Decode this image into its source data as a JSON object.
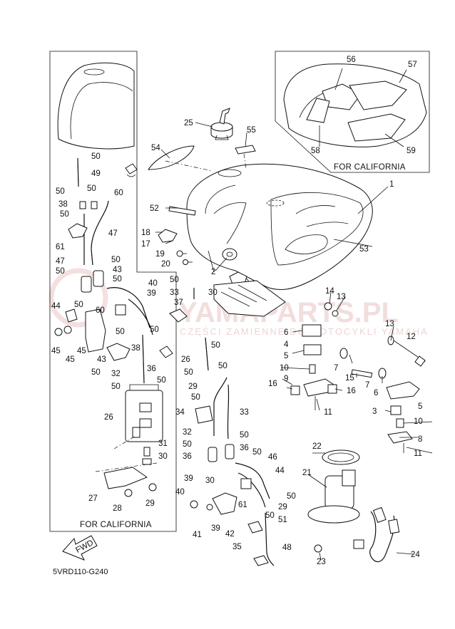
{
  "diagram": {
    "code": "5VRD110-G240",
    "california_label": "FOR CALIFORNIA",
    "fwd_label": "FWD",
    "watermark": "YAMAPARTS.PL",
    "watermark_sub": "CZĘŚCI ZAMIENNE DO MOTOCYKLI YAMAHA"
  },
  "callouts": [
    {
      "id": "c1",
      "text": "1"
    },
    {
      "id": "c2",
      "text": "2"
    },
    {
      "id": "c3",
      "text": "3"
    },
    {
      "id": "c4",
      "text": "4"
    },
    {
      "id": "c5a",
      "text": "5"
    },
    {
      "id": "c5b",
      "text": "5"
    },
    {
      "id": "c6a",
      "text": "6"
    },
    {
      "id": "c6b",
      "text": "6"
    },
    {
      "id": "c7a",
      "text": "7"
    },
    {
      "id": "c7b",
      "text": "7"
    },
    {
      "id": "c8",
      "text": "8"
    },
    {
      "id": "c9",
      "text": "9"
    },
    {
      "id": "c10a",
      "text": "10"
    },
    {
      "id": "c10b",
      "text": "10"
    },
    {
      "id": "c11a",
      "text": "11"
    },
    {
      "id": "c11b",
      "text": "11"
    },
    {
      "id": "c12",
      "text": "12"
    },
    {
      "id": "c13a",
      "text": "13"
    },
    {
      "id": "c13b",
      "text": "13"
    },
    {
      "id": "c14",
      "text": "14"
    },
    {
      "id": "c15",
      "text": "15"
    },
    {
      "id": "c16a",
      "text": "16"
    },
    {
      "id": "c16b",
      "text": "16"
    },
    {
      "id": "c17",
      "text": "17"
    },
    {
      "id": "c18",
      "text": "18"
    },
    {
      "id": "c19",
      "text": "19"
    },
    {
      "id": "c20",
      "text": "20"
    },
    {
      "id": "c21",
      "text": "21"
    },
    {
      "id": "c22",
      "text": "22"
    },
    {
      "id": "c23",
      "text": "23"
    },
    {
      "id": "c24",
      "text": "24"
    },
    {
      "id": "c25",
      "text": "25"
    },
    {
      "id": "c26a",
      "text": "26"
    },
    {
      "id": "c26b",
      "text": "26"
    },
    {
      "id": "c27",
      "text": "27"
    },
    {
      "id": "c28",
      "text": "28"
    },
    {
      "id": "c29a",
      "text": "29"
    },
    {
      "id": "c29b",
      "text": "29"
    },
    {
      "id": "c29c",
      "text": "29"
    },
    {
      "id": "c30a",
      "text": "30"
    },
    {
      "id": "c30b",
      "text": "30"
    },
    {
      "id": "c30c",
      "text": "30"
    },
    {
      "id": "c31",
      "text": "31"
    },
    {
      "id": "c32a",
      "text": "32"
    },
    {
      "id": "c32b",
      "text": "32"
    },
    {
      "id": "c33a",
      "text": "33"
    },
    {
      "id": "c33b",
      "text": "33"
    },
    {
      "id": "c34",
      "text": "34"
    },
    {
      "id": "c35",
      "text": "35"
    },
    {
      "id": "c36a",
      "text": "36"
    },
    {
      "id": "c36b",
      "text": "36"
    },
    {
      "id": "c36c",
      "text": "36"
    },
    {
      "id": "c37",
      "text": "37"
    },
    {
      "id": "c38a",
      "text": "38"
    },
    {
      "id": "c38b",
      "text": "38"
    },
    {
      "id": "c39a",
      "text": "39"
    },
    {
      "id": "c39b",
      "text": "39"
    },
    {
      "id": "c39c",
      "text": "39"
    },
    {
      "id": "c40a",
      "text": "40"
    },
    {
      "id": "c40b",
      "text": "40"
    },
    {
      "id": "c41",
      "text": "41"
    },
    {
      "id": "c42",
      "text": "42"
    },
    {
      "id": "c43a",
      "text": "43"
    },
    {
      "id": "c43b",
      "text": "43"
    },
    {
      "id": "c44a",
      "text": "44"
    },
    {
      "id": "c44b",
      "text": "44"
    },
    {
      "id": "c45a",
      "text": "45"
    },
    {
      "id": "c45b",
      "text": "45"
    },
    {
      "id": "c45c",
      "text": "45"
    },
    {
      "id": "c46",
      "text": "46"
    },
    {
      "id": "c47a",
      "text": "47"
    },
    {
      "id": "c47b",
      "text": "47"
    },
    {
      "id": "c48",
      "text": "48"
    },
    {
      "id": "c49",
      "text": "49"
    },
    {
      "id": "c50a",
      "text": "50"
    },
    {
      "id": "c50b",
      "text": "50"
    },
    {
      "id": "c50c",
      "text": "50"
    },
    {
      "id": "c50d",
      "text": "50"
    },
    {
      "id": "c50e",
      "text": "50"
    },
    {
      "id": "c50f",
      "text": "50"
    },
    {
      "id": "c50g",
      "text": "50"
    },
    {
      "id": "c50h",
      "text": "50"
    },
    {
      "id": "c50i",
      "text": "50"
    },
    {
      "id": "c50j",
      "text": "50"
    },
    {
      "id": "c50k",
      "text": "50"
    },
    {
      "id": "c50l",
      "text": "50"
    },
    {
      "id": "c50m",
      "text": "50"
    },
    {
      "id": "c50n",
      "text": "50"
    },
    {
      "id": "c50o",
      "text": "50"
    },
    {
      "id": "c50p",
      "text": "50"
    },
    {
      "id": "c50q",
      "text": "50"
    },
    {
      "id": "c50r",
      "text": "50"
    },
    {
      "id": "c50s",
      "text": "50"
    },
    {
      "id": "c50t",
      "text": "50"
    },
    {
      "id": "c50u",
      "text": "50"
    },
    {
      "id": "c50v",
      "text": "50"
    },
    {
      "id": "c50w",
      "text": "50"
    },
    {
      "id": "c51",
      "text": "51"
    },
    {
      "id": "c52",
      "text": "52"
    },
    {
      "id": "c53",
      "text": "53"
    },
    {
      "id": "c54",
      "text": "54"
    },
    {
      "id": "c55",
      "text": "55"
    },
    {
      "id": "c56",
      "text": "56"
    },
    {
      "id": "c57",
      "text": "57"
    },
    {
      "id": "c58",
      "text": "58"
    },
    {
      "id": "c59",
      "text": "59"
    },
    {
      "id": "c60a",
      "text": "60"
    },
    {
      "id": "c60b",
      "text": "60"
    },
    {
      "id": "c61a",
      "text": "61"
    },
    {
      "id": "c61b",
      "text": "61"
    }
  ]
}
